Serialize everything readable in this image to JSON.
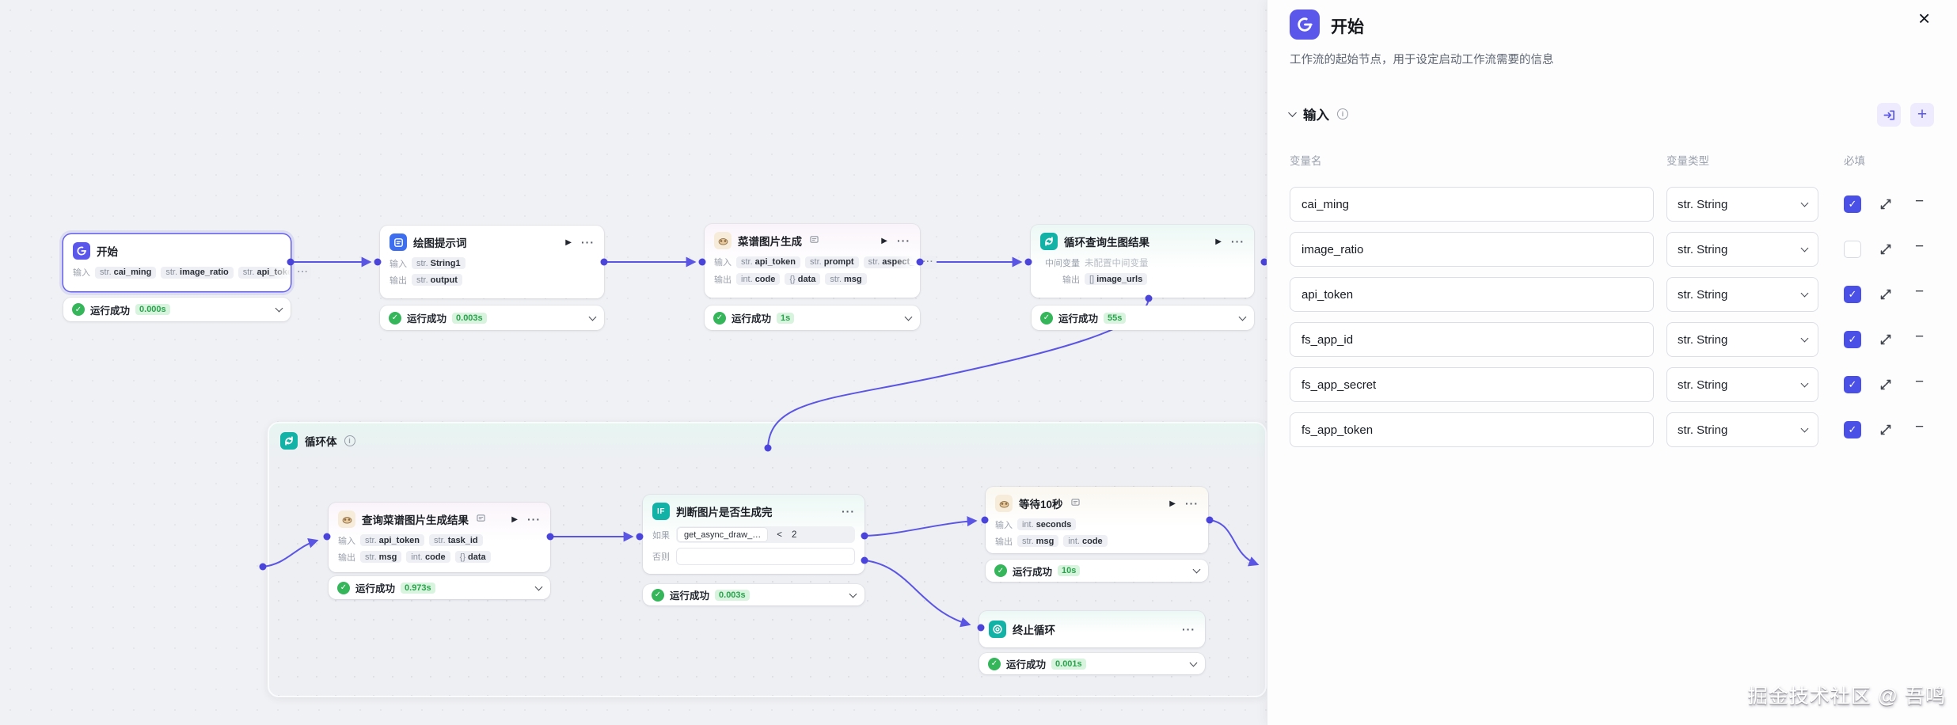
{
  "watermark": "掘金技术社区 @ 吾鸣",
  "canvas": {
    "loop_title": "循环体",
    "nodes": [
      {
        "title": "开始",
        "status": "运行成功",
        "time": "0.000s",
        "rows": [
          {
            "label": "输入",
            "chips": [
              {
                "t": "str.",
                "n": "cai_ming"
              },
              {
                "t": "str.",
                "n": "image_ratio"
              },
              {
                "t": "str.",
                "n": "api_token"
              }
            ],
            "more": "···"
          }
        ]
      },
      {
        "title": "绘图提示词",
        "status": "运行成功",
        "time": "0.003s",
        "rows": [
          {
            "label": "输入",
            "chips": [
              {
                "t": "str.",
                "n": "String1"
              }
            ]
          },
          {
            "label": "输出",
            "chips": [
              {
                "t": "str.",
                "n": "output"
              }
            ]
          }
        ]
      },
      {
        "title": "菜谱图片生成",
        "status": "运行成功",
        "time": "1s",
        "rows": [
          {
            "label": "输入",
            "chips": [
              {
                "t": "str.",
                "n": "api_token"
              },
              {
                "t": "str.",
                "n": "prompt"
              },
              {
                "t": "str.",
                "n": "aspect_ratio"
              }
            ],
            "more": "···"
          },
          {
            "label": "输出",
            "chips": [
              {
                "t": "int.",
                "n": "code"
              },
              {
                "t": "{}",
                "n": "data"
              },
              {
                "t": "str.",
                "n": "msg"
              }
            ]
          }
        ]
      },
      {
        "title": "循环查询生图结果",
        "status": "运行成功",
        "time": "55s",
        "mid_label": "中间变量",
        "mid_text": "未配置中间变量",
        "rows": [
          {
            "label": "输出",
            "chips": [
              {
                "t": "[]",
                "n": "image_urls"
              }
            ]
          }
        ]
      },
      {
        "title": "查询菜谱图片生成结果",
        "status": "运行成功",
        "time": "0.973s",
        "rows": [
          {
            "label": "输入",
            "chips": [
              {
                "t": "str.",
                "n": "api_token"
              },
              {
                "t": "str.",
                "n": "task_id"
              }
            ]
          },
          {
            "label": "输出",
            "chips": [
              {
                "t": "str.",
                "n": "msg"
              },
              {
                "t": "int.",
                "n": "code"
              },
              {
                "t": "{}",
                "n": "data"
              }
            ]
          }
        ]
      },
      {
        "title": "判断图片是否生成完",
        "status": "运行成功",
        "time": "0.003s",
        "if_label": "如果",
        "else_label": "否则",
        "cond_var": "get_async_draw_…",
        "cond_op": "<",
        "cond_val": "2"
      },
      {
        "title": "等待10秒",
        "status": "运行成功",
        "time": "10s",
        "rows": [
          {
            "label": "输入",
            "chips": [
              {
                "t": "int.",
                "n": "seconds"
              }
            ]
          },
          {
            "label": "输出",
            "chips": [
              {
                "t": "str.",
                "n": "msg"
              },
              {
                "t": "int.",
                "n": "code"
              }
            ]
          }
        ]
      },
      {
        "title": "终止循环",
        "status": "运行成功",
        "time": "0.001s"
      }
    ]
  },
  "panel": {
    "title": "开始",
    "subtitle": "工作流的起始节点，用于设定启动工作流需要的信息",
    "section_label": "输入",
    "col_name": "变量名",
    "col_type": "变量类型",
    "col_required": "必填",
    "rows": [
      {
        "name": "cai_ming",
        "type": "str. String",
        "required": true
      },
      {
        "name": "image_ratio",
        "type": "str. String",
        "required": false
      },
      {
        "name": "api_token",
        "type": "str. String",
        "required": true
      },
      {
        "name": "fs_app_id",
        "type": "str. String",
        "required": true
      },
      {
        "name": "fs_app_secret",
        "type": "str. String",
        "required": true
      },
      {
        "name": "fs_app_token",
        "type": "str. String",
        "required": true
      }
    ]
  }
}
